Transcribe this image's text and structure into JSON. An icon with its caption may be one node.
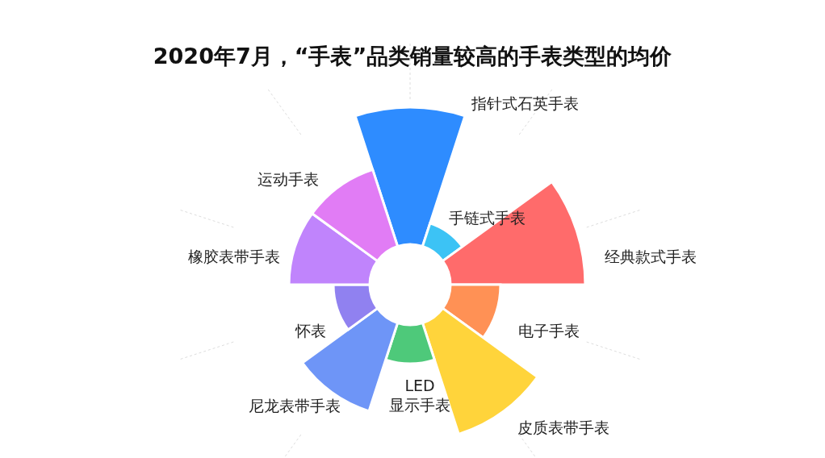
{
  "diagram": {
    "title": "2020年7月，“手表”品类销量较高的手表类型的均价",
    "labels": [
      "指针式石英手表",
      "手链式手表",
      "经典款式手表",
      "电子手表",
      "皮质表带手表",
      "LED显示手表",
      "尼龙表带手表",
      "怀表",
      "橡胶表带手表",
      "运动手表"
    ]
  }
}
